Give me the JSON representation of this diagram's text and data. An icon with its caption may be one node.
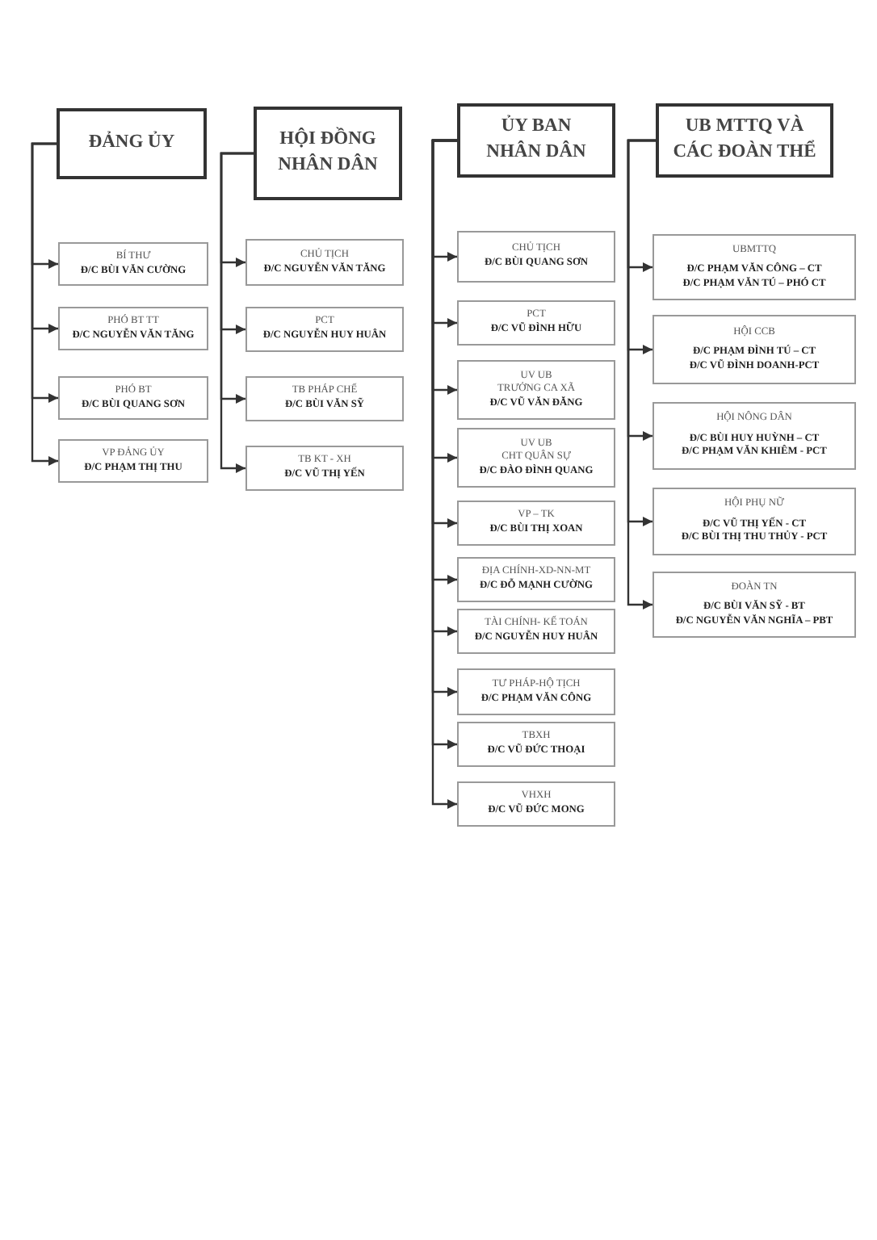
{
  "diagram": {
    "nodes": [
      {
        "text": [
          "ĐẢNG ỦY"
        ]
      },
      {
        "text": [
          "BÍ THƯ",
          "Đ/C BÙI VĂN CƯỜNG"
        ]
      },
      {
        "text": [
          "PHÓ BT TT",
          "Đ/C NGUYỄN VĂN TĂNG"
        ]
      },
      {
        "text": [
          "PHÓ BT",
          "Đ/C BÙI QUANG SƠN"
        ]
      },
      {
        "text": [
          "VP ĐẢNG ỦY",
          "Đ/C PHẠM THỊ THU"
        ]
      },
      {
        "text": [
          "HỘI ĐỒNG NHÂN DÂN"
        ]
      },
      {
        "text": [
          "CHỦ TỊCH",
          "Đ/C NGUYỄN VĂN TĂNG"
        ]
      },
      {
        "text": [
          "PCT",
          "Đ/C NGUYỄN HUY HUÂN"
        ]
      },
      {
        "text": [
          "TB PHÁP CHẾ",
          "Đ/C BÙI VĂN SỸ"
        ]
      },
      {
        "text": [
          "TB KT - XH",
          "Đ/C VŨ THỊ YẾN"
        ]
      },
      {
        "text": [
          "ỦY BAN NHÂN DÂN"
        ]
      },
      {
        "text": [
          "CHỦ TỊCH",
          "Đ/C BÙI QUANG SƠN"
        ]
      },
      {
        "text": [
          "PCT",
          "Đ/C VŨ ĐÌNH HỮU"
        ]
      },
      {
        "text": [
          "UV UB",
          "TRƯỞNG CA XÃ",
          "Đ/C VŨ VĂN ĐĂNG"
        ]
      },
      {
        "text": [
          "UV UB",
          "CHT QUÂN SỰ",
          "Đ/C ĐÀO ĐÌNH QUANG"
        ]
      },
      {
        "text": [
          "VP – TK",
          "Đ/C BÙI THỊ XOAN"
        ]
      },
      {
        "text": [
          "ĐỊA CHÍNH-XD-NN-MT",
          "Đ/C ĐỖ MẠNH CƯỜNG"
        ]
      },
      {
        "text": [
          "TÀI CHÍNH- KẾ TOÁN",
          "Đ/C NGUYỄN HUY HUÂN"
        ]
      },
      {
        "text": [
          "TƯ PHÁP-HỘ TỊCH",
          "Đ/C PHẠM VĂN CÔNG"
        ]
      },
      {
        "text": [
          "TBXH",
          "Đ/C VŨ ĐỨC THOẠI"
        ]
      },
      {
        "text": [
          "VHXH",
          "Đ/C VŨ ĐỨC MONG"
        ]
      },
      {
        "text": [
          "UB MTTQ VÀ CÁC ĐOÀN THỂ"
        ]
      },
      {
        "text": [
          "UBMTTQ",
          "Đ/C PHẠM VĂN CÔNG – CT",
          "Đ/C PHẠM VĂN TÚ – PHÓ CT"
        ]
      },
      {
        "text": [
          "HỘI CCB",
          "Đ/C PHẠM ĐÌNH TÚ – CT",
          "Đ/C VŨ ĐÌNH DOANH-PCT"
        ]
      },
      {
        "text": [
          "HỘI NÔNG DÂN",
          "Đ/C BÙI HUY HUỲNH – CT",
          "Đ/C PHẠM VĂN KHIÊM - PCT"
        ]
      },
      {
        "text": [
          "HỘI PHỤ NỮ",
          "Đ/C VŨ THỊ YẾN - CT",
          "Đ/C BÙI THỊ THU THỦY - PCT"
        ]
      },
      {
        "text": [
          "ĐOÀN TN",
          "Đ/C BÙI VĂN SỸ - BT",
          "Đ/C NGUYỄN VĂN NGHĨA – PBT"
        ]
      }
    ],
    "edges": [
      {
        "from": 0,
        "to": 1,
        "arrow": "to"
      },
      {
        "from": 0,
        "to": 2,
        "arrow": "to"
      },
      {
        "from": 0,
        "to": 3,
        "arrow": "to"
      },
      {
        "from": 0,
        "to": 4,
        "arrow": "to"
      },
      {
        "from": 5,
        "to": 6,
        "arrow": "to"
      },
      {
        "from": 5,
        "to": 7,
        "arrow": "to"
      },
      {
        "from": 5,
        "to": 8,
        "arrow": "to"
      },
      {
        "from": 5,
        "to": 9,
        "arrow": "to"
      },
      {
        "from": 10,
        "to": 11,
        "arrow": "to"
      },
      {
        "from": 10,
        "to": 12,
        "arrow": "to"
      },
      {
        "from": 10,
        "to": 13,
        "arrow": "to"
      },
      {
        "from": 10,
        "to": 14,
        "arrow": "to"
      },
      {
        "from": 10,
        "to": 15,
        "arrow": "to"
      },
      {
        "from": 10,
        "to": 16,
        "arrow": "to"
      },
      {
        "from": 10,
        "to": 17,
        "arrow": "to"
      },
      {
        "from": 10,
        "to": 18,
        "arrow": "to"
      },
      {
        "from": 10,
        "to": 19,
        "arrow": "to"
      },
      {
        "from": 10,
        "to": 20,
        "arrow": "to"
      },
      {
        "from": 21,
        "to": 22,
        "arrow": "to"
      },
      {
        "from": 21,
        "to": 23,
        "arrow": "to"
      },
      {
        "from": 21,
        "to": 24,
        "arrow": "to"
      },
      {
        "from": 21,
        "to": 25,
        "arrow": "to"
      },
      {
        "from": 21,
        "to": 26,
        "arrow": "to"
      }
    ]
  }
}
